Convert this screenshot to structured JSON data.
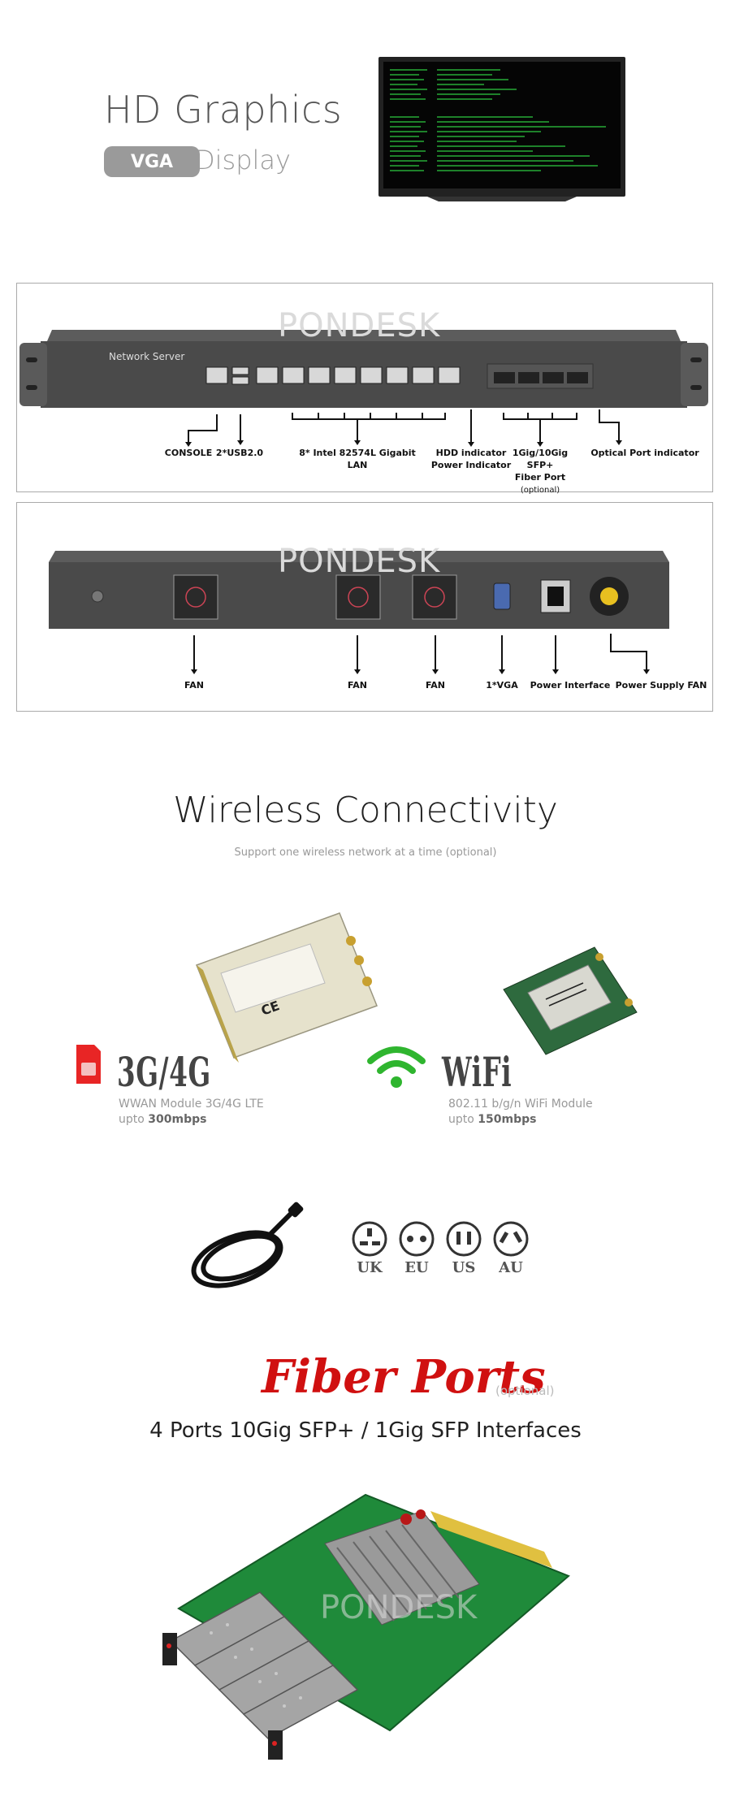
{
  "graphics": {
    "title": "HD Graphics",
    "badge": "VGA",
    "display_label": "Display"
  },
  "watermark": "PONDESK",
  "front_panel": {
    "chassis_label": "Network Server",
    "labels": {
      "console": "CONSOLE",
      "usb": "2*USB2.0",
      "lan": "8* Intel 82574L Gigabit LAN",
      "hdd_line1": "HDD indicator",
      "hdd_line2": "Power Indicator",
      "sfp_line1": "1Gig/10Gig SFP+",
      "sfp_line2": "Fiber Port",
      "sfp_line3": "(optional)",
      "optical": "Optical Port indicator"
    }
  },
  "rear_panel": {
    "labels": {
      "fan1": "FAN",
      "fan2": "FAN",
      "fan3": "FAN",
      "vga": "1*VGA",
      "power": "Power Interface",
      "psu_fan": "Power Supply FAN"
    }
  },
  "wireless": {
    "title": "Wireless Connectivity",
    "subtitle": "Support one wireless network at a time (optional)",
    "module_3g": {
      "title": "3G/4G",
      "desc": "WWAN Module 3G/4G LTE",
      "speed_prefix": "upto ",
      "speed": "300mbps"
    },
    "module_wifi": {
      "title": "WiFi",
      "desc": "802.11 b/g/n WiFi Module",
      "speed_prefix": "upto ",
      "speed": "150mbps"
    },
    "card_ce": "CE"
  },
  "power_plugs": [
    "UK",
    "EU",
    "US",
    "AU"
  ],
  "fiber": {
    "title": "Fiber Ports",
    "optional": "(optional)",
    "subtitle": "4 Ports 10Gig SFP+ / 1Gig SFP Interfaces"
  },
  "colors": {
    "accent_red": "#d01010",
    "wifi_green": "#2fb52f",
    "chassis": "#4a4a4a",
    "pcb_green": "#1f8a3a"
  }
}
